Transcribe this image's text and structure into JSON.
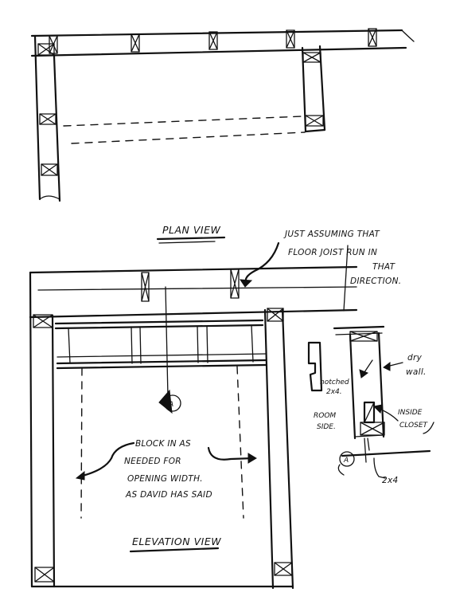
{
  "labels": {
    "plan_view": "PLAN VIEW",
    "elevation_view": "ELEVATION VIEW",
    "note_line1": "JUST ASSUMING THAT",
    "note_line2": "FLOOR JOIST RUN IN",
    "note_line3": "THAT",
    "note_line4": "DIRECTION.",
    "block_line1": "BLOCK IN AS",
    "block_line2": "NEEDED FOR",
    "block_line3": "OPENING WIDTH.",
    "block_line4": "AS DAVID HAS SAID",
    "notched_line1": "notched",
    "notched_line2": "2x4.",
    "dry_line1": "dry",
    "dry_line2": "wall.",
    "room_line1": "ROOM",
    "room_line2": "SIDE.",
    "inside_line1": "INSIDE",
    "inside_line2": "CLOSET",
    "stud_2x4": "2x4",
    "section_marker": "A"
  }
}
